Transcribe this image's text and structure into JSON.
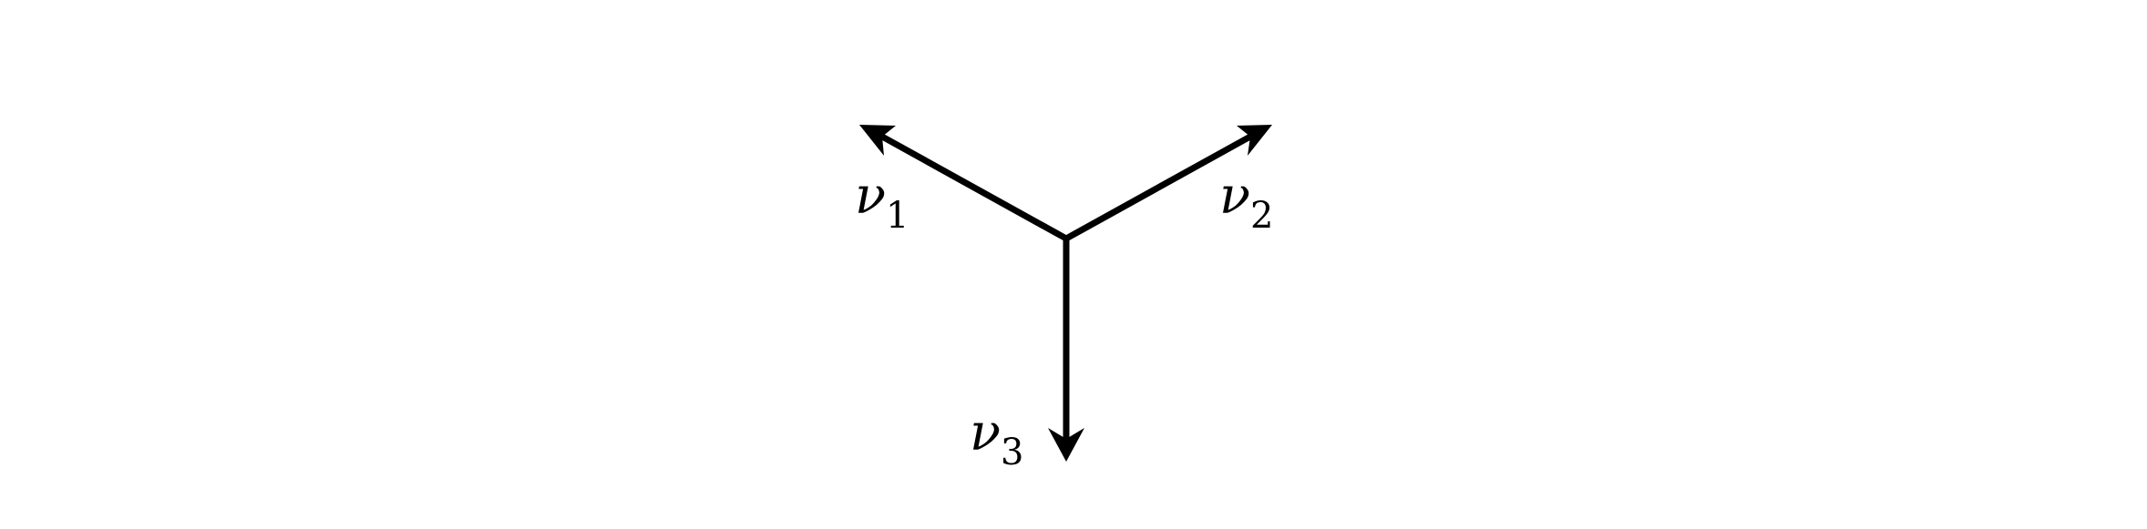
{
  "diagram": {
    "type": "three-vector junction",
    "stroke_color": "#000000",
    "vectors": [
      {
        "symbol": "ν",
        "subscript": "1",
        "direction": "upper-left"
      },
      {
        "symbol": "ν",
        "subscript": "2",
        "direction": "upper-right"
      },
      {
        "symbol": "ν",
        "subscript": "3",
        "direction": "down"
      }
    ]
  }
}
